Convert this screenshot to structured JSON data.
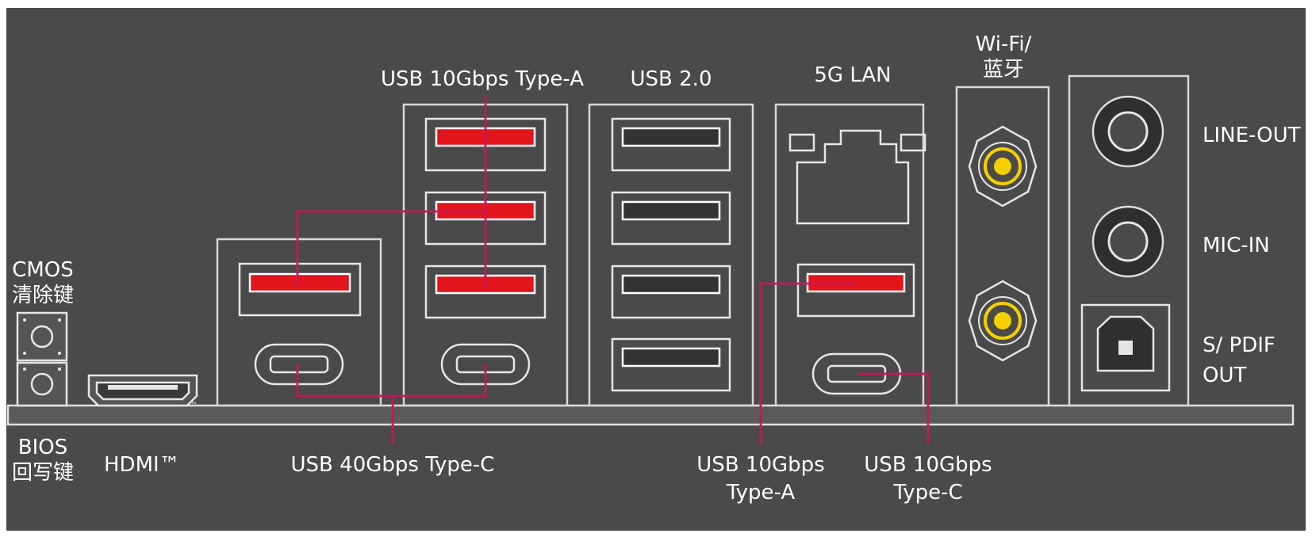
{
  "labels": {
    "cmos_line1": "CMOS",
    "cmos_line2": "清除键",
    "bios_line1": "BIOS",
    "bios_line2": "回写键",
    "hdmi": "HDMI™",
    "usb40_typec": "USB 40Gbps Type-C",
    "usb10_typea_top": "USB 10Gbps Type-A",
    "usb20": "USB 2.0",
    "lan": "5G LAN",
    "wifi_line1": "Wi-Fi/",
    "wifi_line2": "蓝牙",
    "usb10_typea_bottom_line1": "USB 10Gbps",
    "usb10_typea_bottom_line2": "Type-A",
    "usb10_typec_bottom_line1": "USB 10Gbps",
    "usb10_typec_bottom_line2": "Type-C",
    "line_out": "LINE-OUT",
    "mic_in": "MIC-IN",
    "spdif_line1": "S/ PDIF",
    "spdif_line2": "OUT",
    "tm": "™"
  },
  "colors": {
    "panel_bg": "#4a4a4a",
    "usb_highspeed": "#e2141c",
    "usb_standard": "#333333",
    "leader_line": "#c4185c",
    "antenna_ring": "#f5d000"
  }
}
